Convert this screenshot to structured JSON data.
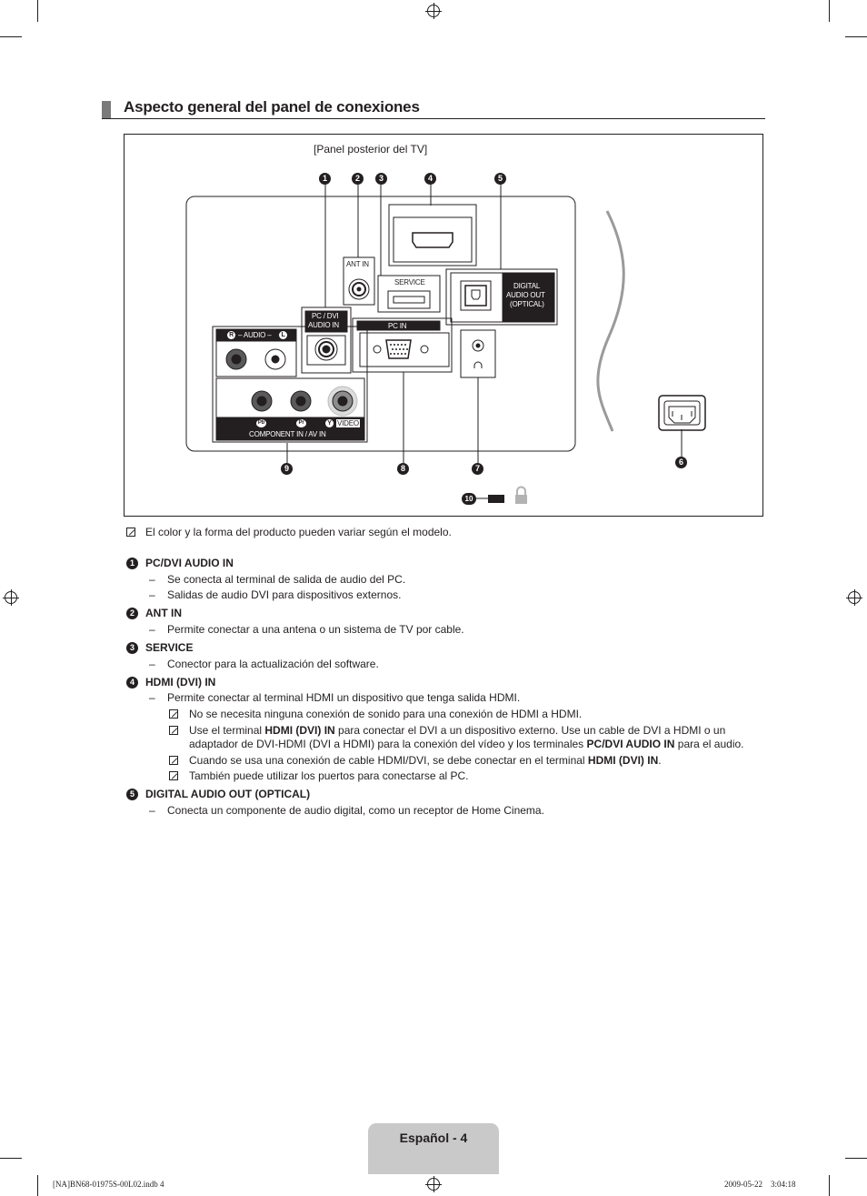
{
  "heading": "Aspecto general del panel de conexiones",
  "diagram": {
    "caption": "[Panel posterior del TV]",
    "numbers": [
      "1",
      "2",
      "3",
      "4",
      "5",
      "6",
      "7",
      "8",
      "9",
      "10"
    ],
    "ports": {
      "hdmi": "HDMI (DVI)  IN",
      "ant": "ANT IN",
      "service": "SERVICE",
      "digital": [
        "DIGITAL",
        "AUDIO OUT",
        "(OPTICAL)"
      ],
      "pcdvi": [
        "PC / DVI",
        "AUDIO IN"
      ],
      "pcin": "PC IN",
      "audio": "– AUDIO –",
      "audio_r": "R",
      "audio_l": "L",
      "pb": "Pb",
      "pr": "Pr",
      "y": "Y",
      "video": "VIDEO",
      "component": "COMPONENT IN / AV IN"
    }
  },
  "note_general": "El color y la forma del producto pueden variar según el modelo.",
  "items": [
    {
      "num": "1",
      "title": "PC/DVI AUDIO IN",
      "lines": [
        "Se conecta al terminal de salida de audio del PC.",
        "Salidas de audio DVI para dispositivos externos."
      ]
    },
    {
      "num": "2",
      "title": "ANT IN",
      "lines": [
        "Permite conectar a una antena o un sistema de TV por cable."
      ]
    },
    {
      "num": "3",
      "title": "SERVICE",
      "lines": [
        "Conector para la actualización del software."
      ]
    },
    {
      "num": "4",
      "title": "HDMI (DVI) IN",
      "lines": [
        "Permite conectar al terminal HDMI un dispositivo que tenga salida HDMI."
      ],
      "notes": {
        "n1": "No se necesita ninguna conexión de sonido para una conexión de HDMI a HDMI.",
        "n2a": "Use el terminal ",
        "n2b": "HDMI (DVI) IN",
        "n2c": " para conectar el DVI a un dispositivo externo. Use un cable de DVI a HDMI o un",
        "n2d": "adaptador de DVI-HDMI (DVI a HDMI) para la conexión del vídeo y los terminales ",
        "n2e": "PC/DVI AUDIO IN",
        "n2f": " para el audio.",
        "n3a": "Cuando se usa una conexión de cable HDMI/DVI, se debe conectar en el terminal ",
        "n3b": "HDMI (DVI) IN",
        "n3c": ".",
        "n4": "También puede utilizar los puertos para conectarse al PC."
      }
    },
    {
      "num": "5",
      "title": "DIGITAL AUDIO OUT (OPTICAL)",
      "lines": [
        "Conecta un componente de audio digital, como un receptor de Home Cinema."
      ]
    }
  ],
  "footer": {
    "page_label": "Español - 4",
    "file": "[NA]BN68-01975S-00L02.indb   4",
    "timestamp": "2009-05-22      3:04:18"
  }
}
